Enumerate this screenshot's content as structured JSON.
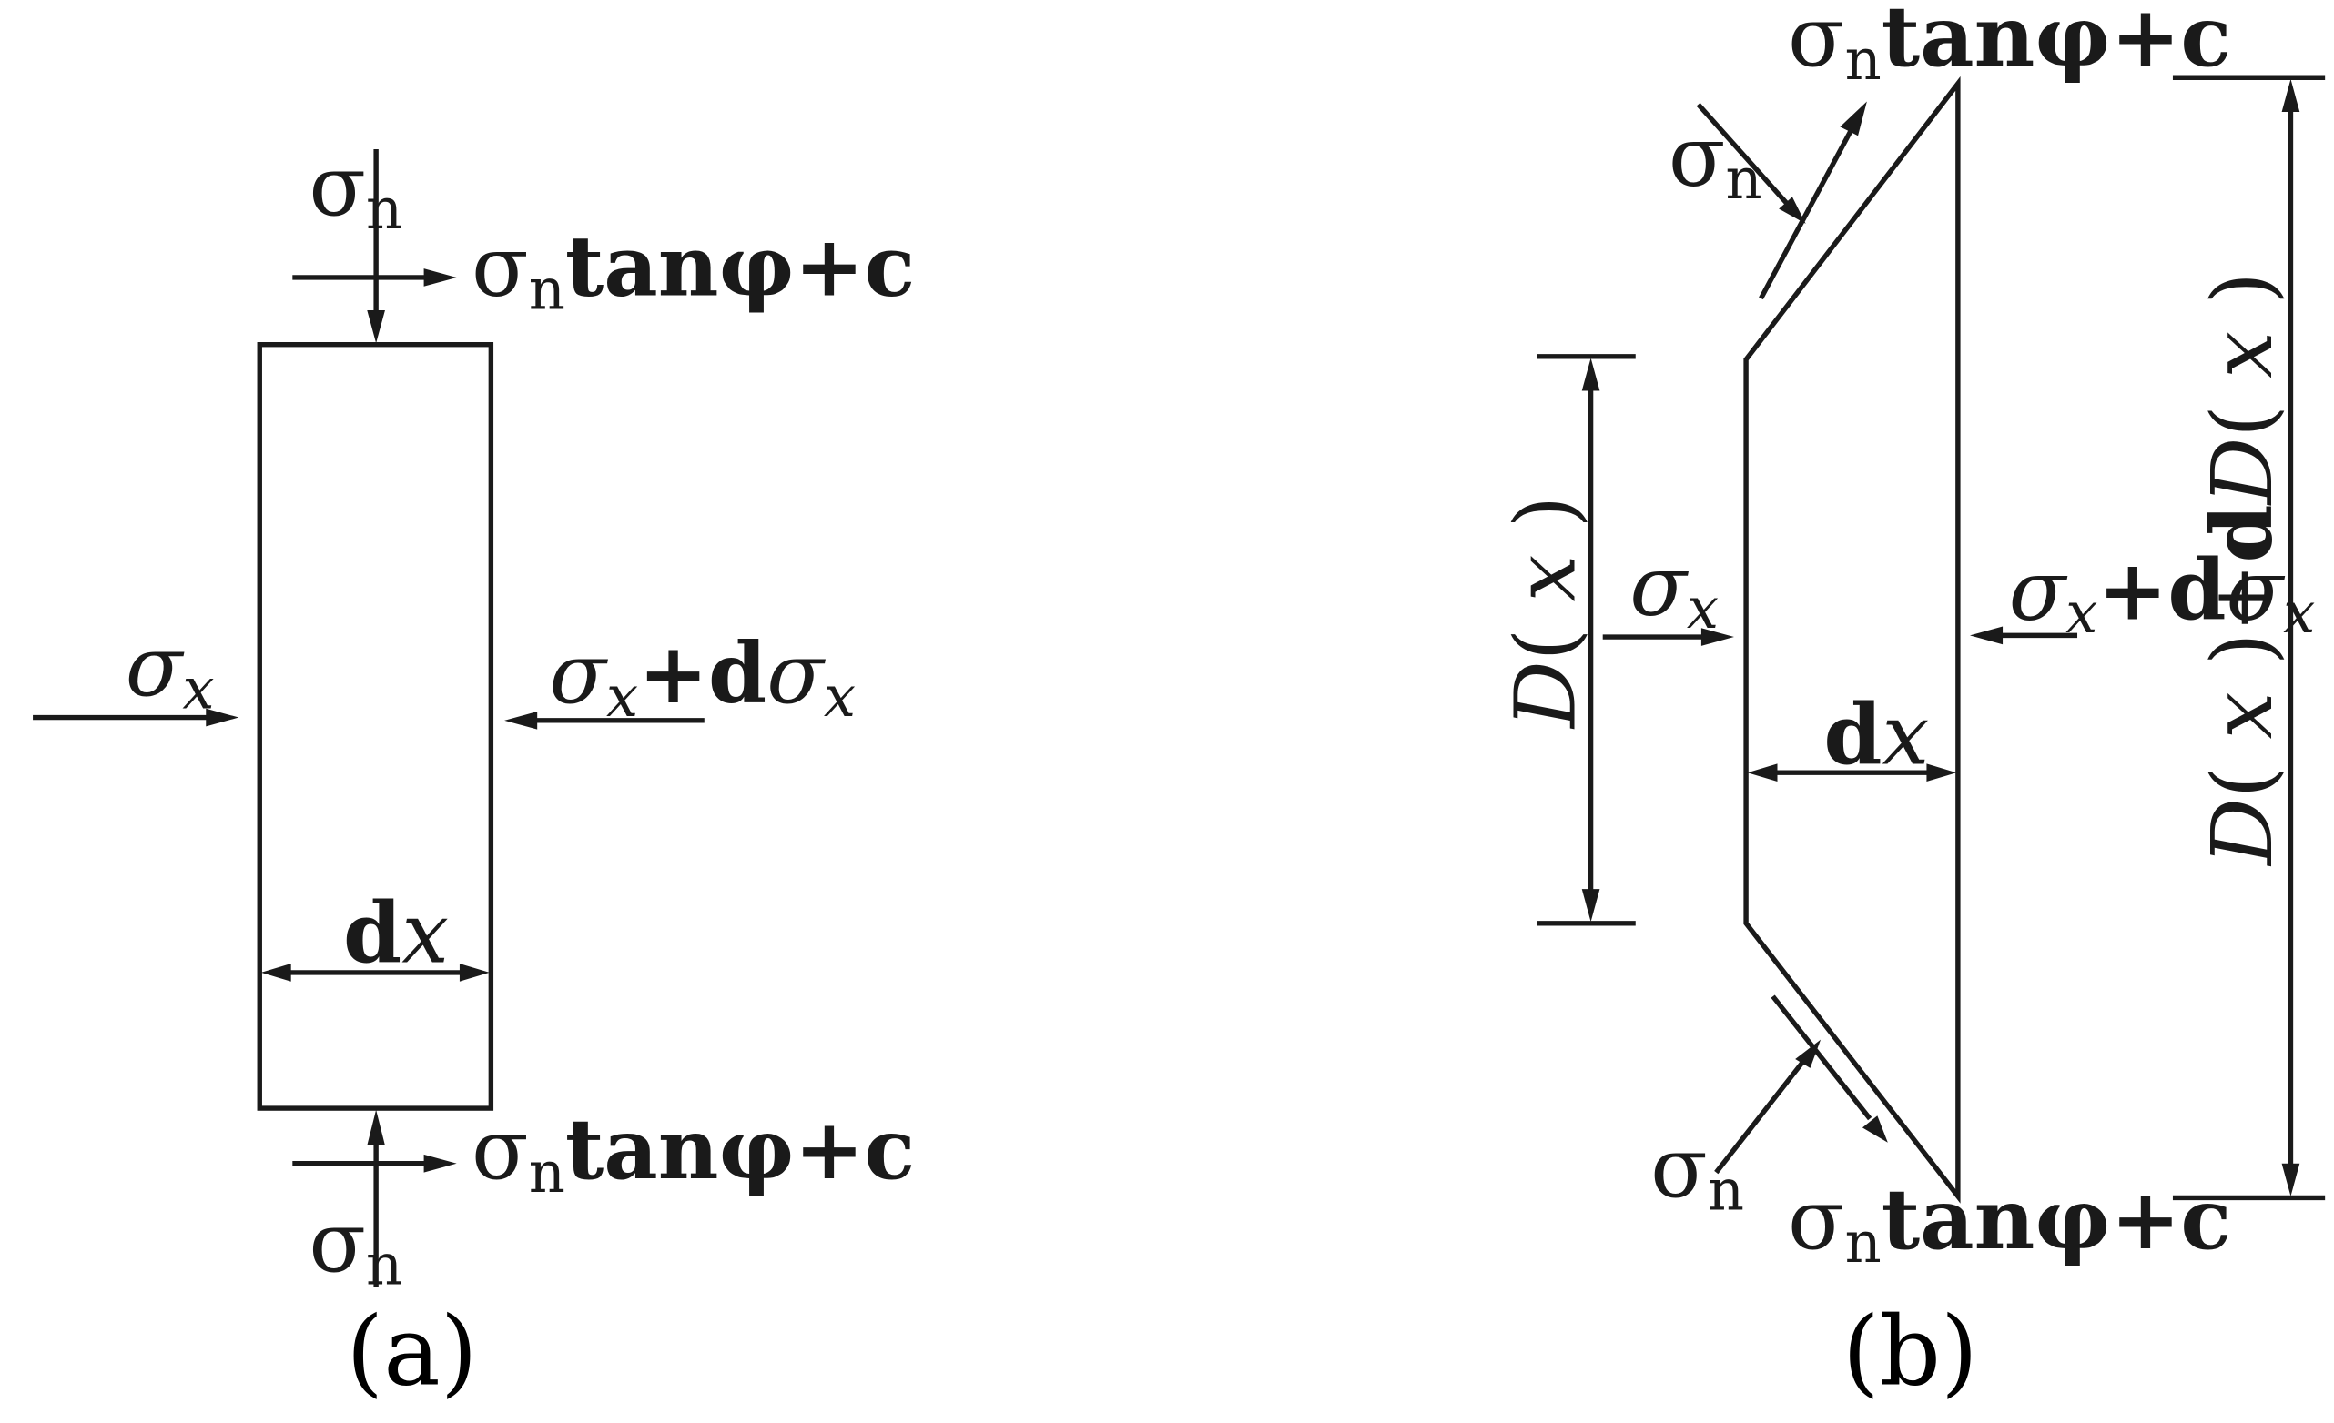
{
  "panel_a": {
    "caption": "(a)",
    "sigma_n_top": {
      "base": "σ",
      "sub": "n"
    },
    "shear_top": {
      "base": "σ",
      "sub": "n",
      "tail": "tanφ+c"
    },
    "sigma_x_left": {
      "base": "σ",
      "sub": "x"
    },
    "sigma_x_right": {
      "base": "σ",
      "sub": "x",
      "mid": "+d",
      "tail": "σ",
      "sub2": "x"
    },
    "dx": {
      "d": "d",
      "x": "x"
    },
    "shear_bottom": {
      "base": "σ",
      "sub": "n",
      "tail": "tanφ+c"
    },
    "sigma_n_bottom": {
      "base": "σ",
      "sub": "n"
    }
  },
  "panel_b": {
    "caption": "(b)",
    "shear_top": {
      "base": "σ",
      "sub": "n",
      "tail": "tanφ+c"
    },
    "sigma_n_top": {
      "base": "σ",
      "sub": "n"
    },
    "sigma_x_left": {
      "base": "σ",
      "sub": "x"
    },
    "sigma_x_right": {
      "base": "σ",
      "sub": "x",
      "mid": "+d",
      "tail": "σ",
      "sub2": "x"
    },
    "dx": {
      "d": "d",
      "x": "x"
    },
    "dim_left": {
      "a": "D",
      "b": "( ",
      "c": "x",
      "d": " )"
    },
    "dim_right": {
      "a": "D",
      "b": "( ",
      "c": "x",
      "d": " )+",
      "e": "d",
      "f": "D",
      "g": "( ",
      "h": "x",
      "i": " )"
    },
    "sigma_n_bottom": {
      "base": "σ",
      "sub": "n"
    },
    "shear_bottom": {
      "base": "σ",
      "sub": "n",
      "tail": "tanφ+c"
    }
  }
}
